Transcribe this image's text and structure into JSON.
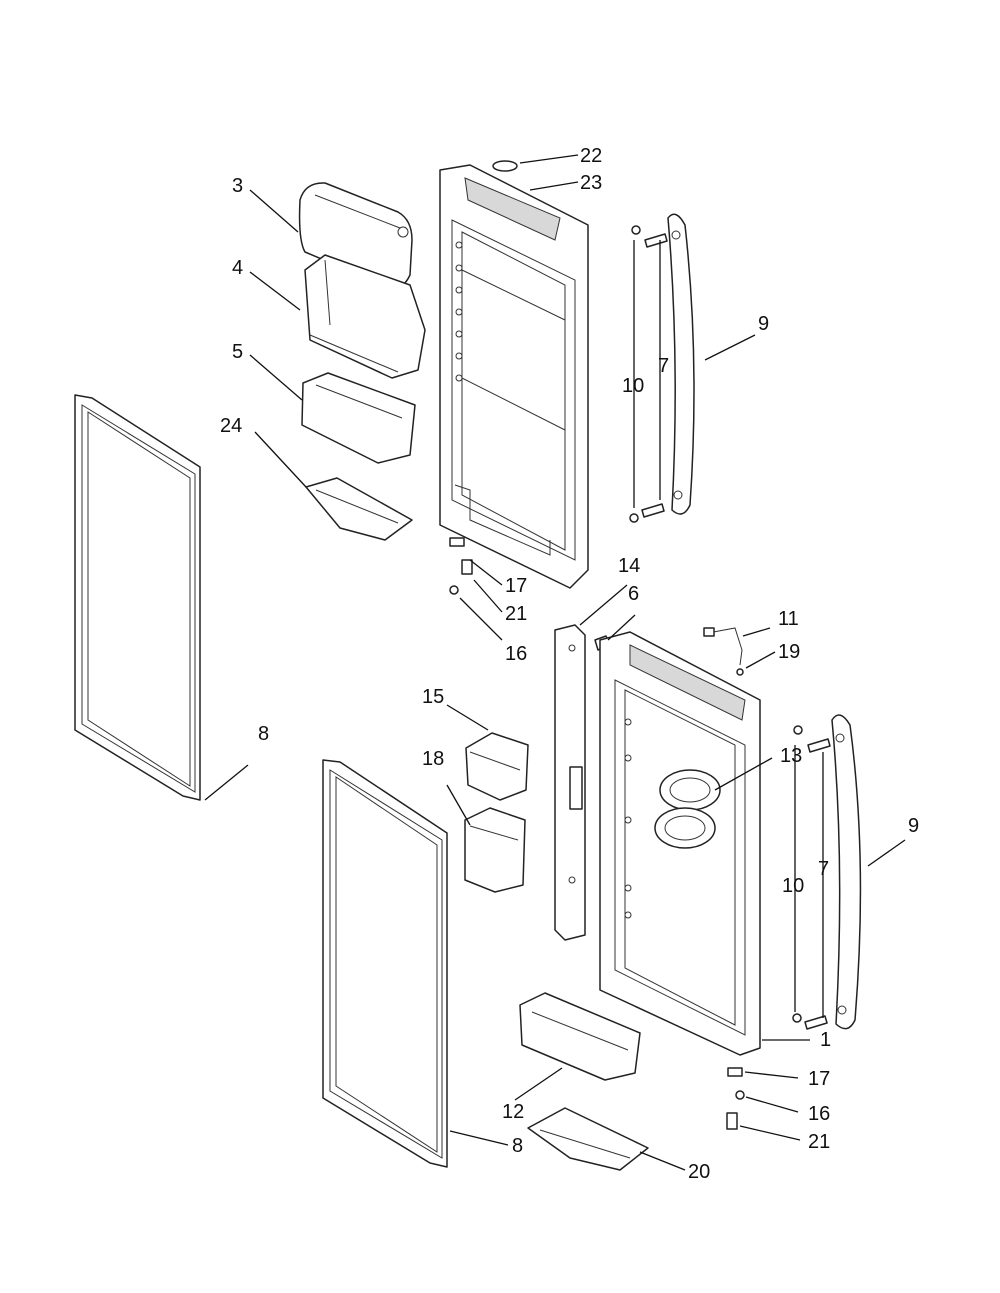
{
  "callouts": [
    {
      "id": "c22a",
      "text": "22"
    },
    {
      "id": "c23",
      "text": "23"
    },
    {
      "id": "c3",
      "text": "3"
    },
    {
      "id": "c4",
      "text": "4"
    },
    {
      "id": "c5",
      "text": "5"
    },
    {
      "id": "c24",
      "text": "24"
    },
    {
      "id": "c9a",
      "text": "9"
    },
    {
      "id": "c10a",
      "text": "10"
    },
    {
      "id": "c7a",
      "text": "7"
    },
    {
      "id": "c17a",
      "text": "17"
    },
    {
      "id": "c21a",
      "text": "21"
    },
    {
      "id": "c16a",
      "text": "16"
    },
    {
      "id": "c14",
      "text": "14"
    },
    {
      "id": "c6",
      "text": "6"
    },
    {
      "id": "c11",
      "text": "11"
    },
    {
      "id": "c19",
      "text": "19"
    },
    {
      "id": "c15",
      "text": "15"
    },
    {
      "id": "c8a",
      "text": "8"
    },
    {
      "id": "c18",
      "text": "18"
    },
    {
      "id": "c13",
      "text": "13"
    },
    {
      "id": "c9b",
      "text": "9"
    },
    {
      "id": "c10b",
      "text": "10"
    },
    {
      "id": "c7b",
      "text": "7"
    },
    {
      "id": "c1",
      "text": "1"
    },
    {
      "id": "c17b",
      "text": "17"
    },
    {
      "id": "c16b",
      "text": "16"
    },
    {
      "id": "c21b",
      "text": "21"
    },
    {
      "id": "c12",
      "text": "12"
    },
    {
      "id": "c8b",
      "text": "8"
    },
    {
      "id": "c20",
      "text": "20"
    }
  ]
}
